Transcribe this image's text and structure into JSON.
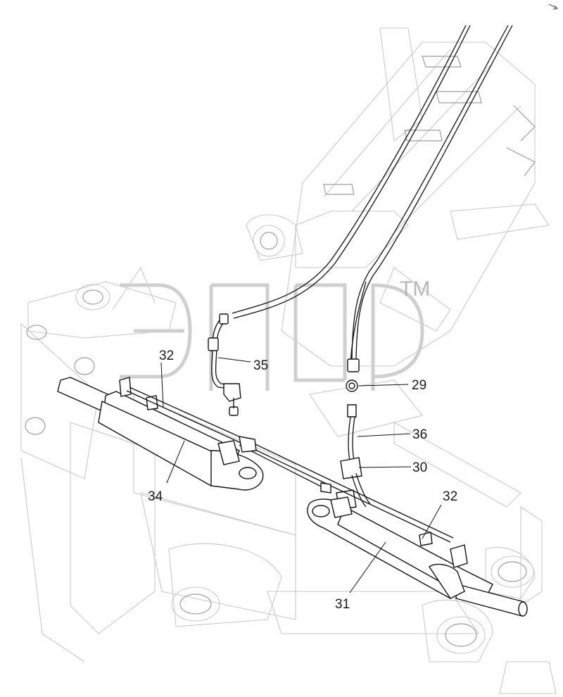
{
  "callouts": {
    "c29": "29",
    "c30": "30",
    "c31": "31",
    "c32_left": "32",
    "c32_right": "32",
    "c34": "34",
    "c35": "35",
    "c36": "36"
  },
  "watermark": {
    "trademark": "TM"
  }
}
